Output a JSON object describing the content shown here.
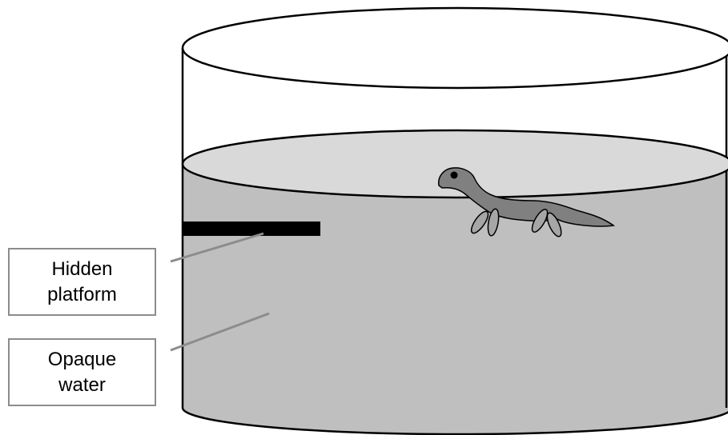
{
  "labels": {
    "platform": {
      "line1": "Hidden",
      "line2": "platform"
    },
    "water": {
      "line1": "Opaque",
      "line2": "water"
    }
  },
  "colors": {
    "water_body": "#bfbfbf",
    "water_surface": "#d9d9d9",
    "platform": "#000000",
    "rat_body": "#808080",
    "rat_legs": "#a6a6a6",
    "leader_lines": "#8c8c8c",
    "outline": "#000000"
  },
  "icons": {
    "tank": "cylinder-tank-icon",
    "animal": "swimming-rat-icon"
  }
}
